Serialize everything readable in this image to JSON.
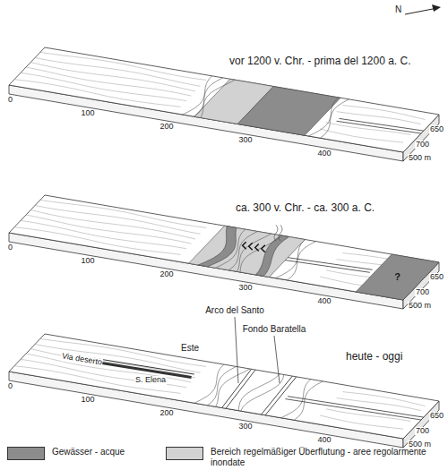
{
  "diagram": {
    "labels": [
      "N",
      "vor 1200 v. Chr. - prima del 1200 a. C.",
      "0",
      "100",
      "200",
      "300",
      "400",
      "500 m",
      "650",
      "700",
      "ca. 300 v. Chr. - ca. 300 a. C.",
      "0",
      "100",
      "200",
      "300",
      "400",
      "500 m",
      "650",
      "700",
      "?",
      "heute - oggi",
      "Este",
      "Arco del Santo",
      "Fondo Baratella",
      "Via deserto",
      "S. Elena",
      "0",
      "100",
      "200",
      "300",
      "400",
      "500 m",
      "650",
      "700"
    ],
    "legend": [
      {
        "text": "Gewässer - acque",
        "color": "#8c8c8c"
      },
      {
        "text": "Bereich regelmäßiger Überflutung - aree regolarmente inondate",
        "color": "#d2d2d2"
      }
    ]
  }
}
